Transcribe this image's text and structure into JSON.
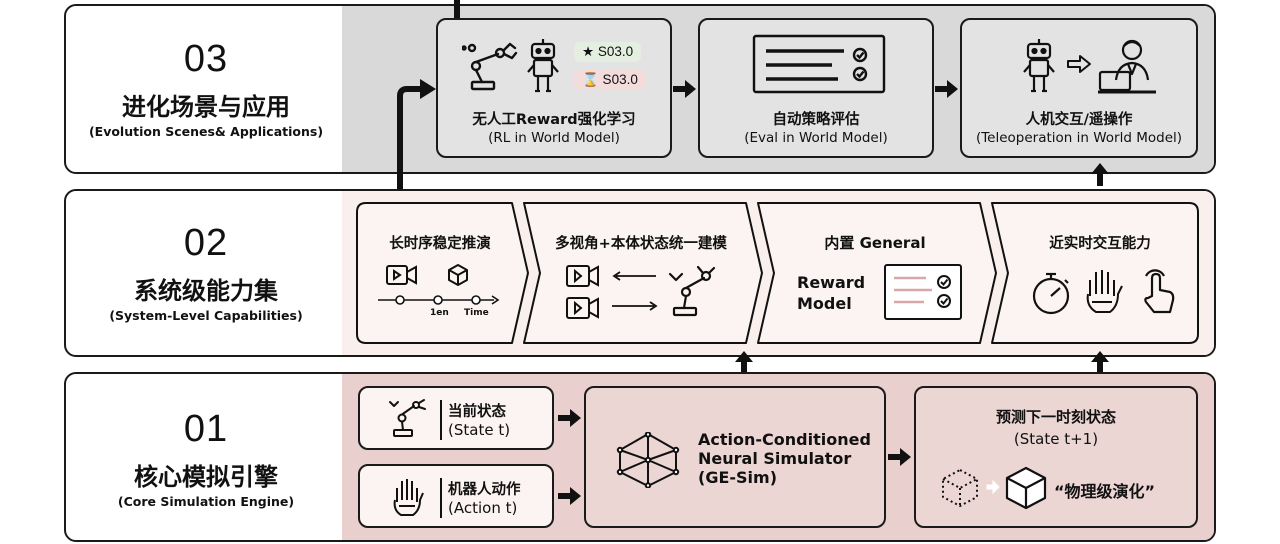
{
  "layers": [
    {
      "num": "03",
      "zh": "进化场景与应用",
      "en": "(Evolution Scenes& Applications)"
    },
    {
      "num": "02",
      "zh": "系统级能力集",
      "en": "(System-Level Capabilities)"
    },
    {
      "num": "01",
      "zh": "核心模拟引擎",
      "en": "(Core Simulation Engine)"
    }
  ],
  "apps": [
    {
      "title": "无人工Reward强化学习",
      "sub": "(RL in World Model)"
    },
    {
      "title": "自动策略评估",
      "sub": "(Eval in World Model)"
    },
    {
      "title": "人机交互/遥操作",
      "sub": "(Teleoperation in World Model)"
    }
  ],
  "badges": {
    "star": "★ S03.0",
    "hourglass": "⌛ S03.0"
  },
  "capabilities": [
    {
      "title": "长时序稳定推演",
      "tick_a": "1en",
      "tick_b": "Time"
    },
    {
      "title": "多视角+本体状态统一建模"
    },
    {
      "title": "内置 General",
      "body_l1": "Reward",
      "body_l2": "Model"
    },
    {
      "title": "近实时交互能力"
    }
  ],
  "engine": {
    "state_zh": "当前状态",
    "state_en": "(State t)",
    "action_zh": "机器人动作",
    "action_en": "(Action t)",
    "sim_l1": "Action-Conditioned",
    "sim_l2": "Neural Simulator",
    "sim_l3": "(GE-Sim)",
    "next_zh": "预测下一时刻状态",
    "next_en": "(State t+1)",
    "physics": "“物理级演化”"
  },
  "colors": {
    "gray": "#d9d9d9",
    "pink": "#f9efec",
    "rose": "#e9cfcd",
    "rose_card": "#ecd6d4",
    "badge_green": "#e4efe1",
    "badge_red": "#f3dcdc"
  }
}
